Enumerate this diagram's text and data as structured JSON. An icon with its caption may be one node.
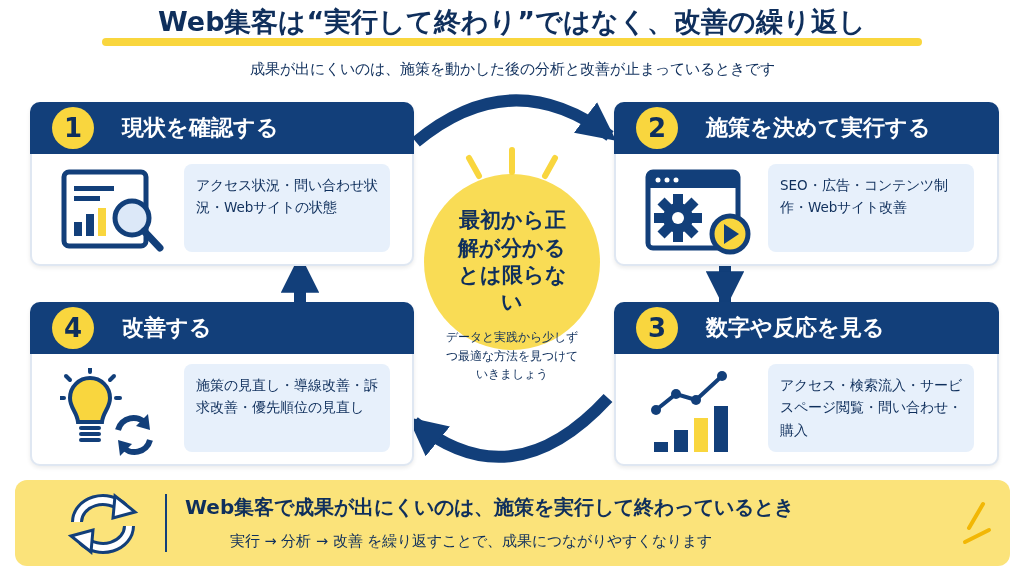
{
  "diagram": {
    "title": "Web集客は“実行して終わり”ではなく、改善の繰り返し",
    "nodes": [
      {
        "text": [
          "1",
          "現状を確認する",
          "アクセス状況・問い合わせ状況・Webサイトの状態"
        ]
      },
      {
        "text": [
          "2",
          "施策を決めて実行する",
          "SEO・広告・コンテンツ制作・Webサイト改善"
        ]
      },
      {
        "text": [
          "3",
          "数字や反応を見る",
          "アクセス・検索流入・サービスページ閲覧・問い合わせ・購入"
        ]
      },
      {
        "text": [
          "4",
          "改善する",
          "施策の見直し・導線改善・訴求改善・優先順位の見直し"
        ]
      },
      {
        "text": [
          "最初から正解が分かるとは限らない"
        ],
        "beside": [
          "データと実践から少しずつ最適な方法を見つけていきましょう"
        ]
      },
      {
        "text": [
          "Web集客で成果が出にくいのは、施策を実行して終わっているとき",
          "実行 → 分析 → 改善 を繰り返すことで、成果につながりやすくなります"
        ]
      }
    ],
    "edges": [
      {
        "from": 0,
        "to": 1,
        "arrow": "to"
      },
      {
        "from": 1,
        "to": 2,
        "arrow": "to"
      },
      {
        "from": 2,
        "to": 3,
        "arrow": "to"
      },
      {
        "from": 3,
        "to": 0,
        "arrow": "to"
      }
    ],
    "labels": [
      "成果が出にくいのは、施策を動かした後の分析と改善が止まっているときです"
    ]
  }
}
